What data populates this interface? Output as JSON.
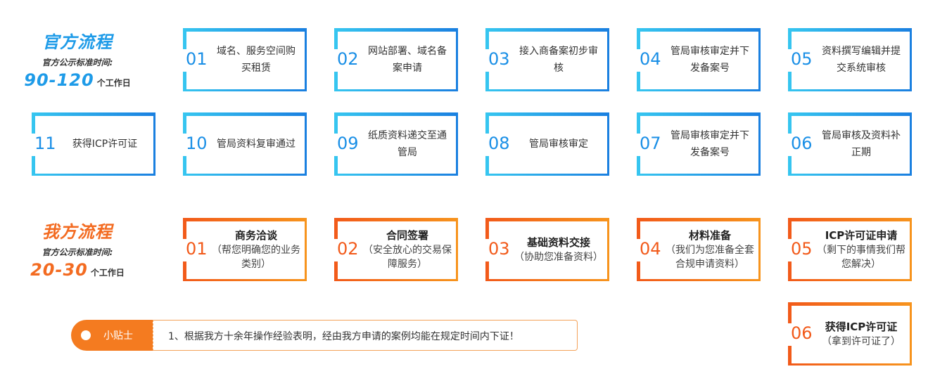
{
  "official": {
    "title": "官方流程",
    "subtitle": "官方公示标准时间:",
    "days": "90-120",
    "unit": "个工作日",
    "color": "#1e9be8",
    "steps": [
      {
        "num": "01",
        "text": "域名、服务空间购买租赁"
      },
      {
        "num": "02",
        "text": "网站部署、域名备案申请"
      },
      {
        "num": "03",
        "text": "接入商备案初步审核"
      },
      {
        "num": "04",
        "text": "管局审核审定并下发备案号"
      },
      {
        "num": "05",
        "text": "资料撰写编辑并提交系统审核"
      },
      {
        "num": "11",
        "text": "获得ICP许可证"
      },
      {
        "num": "10",
        "text": "管局资料复审通过"
      },
      {
        "num": "09",
        "text": "纸质资料递交至通管局"
      },
      {
        "num": "08",
        "text": "管局审核审定"
      },
      {
        "num": "07",
        "text": "管局审核审定并下发备案号"
      },
      {
        "num": "06",
        "text": "管局审核及资料补正期"
      }
    ]
  },
  "ours": {
    "title": "我方流程",
    "subtitle": "官方公示标准时间:",
    "days": "20-30",
    "unit": "个工作日",
    "color": "#f36b21",
    "steps": [
      {
        "num": "01",
        "title": "商务洽谈",
        "desc": "（帮您明确您的业务类别）"
      },
      {
        "num": "02",
        "title": "合同签署",
        "desc": "（安全放心的交易保障服务）"
      },
      {
        "num": "03",
        "title": "基础资料交接",
        "desc": "（协助您准备资料）"
      },
      {
        "num": "04",
        "title": "材料准备",
        "desc": "（我们为您准备全套合规申请资料）"
      },
      {
        "num": "05",
        "title": "ICP许可证申请",
        "desc": "（剩下的事情我们帮您解决）"
      },
      {
        "num": "06",
        "title": "获得ICP许可证",
        "desc": "（拿到许可证了）"
      }
    ]
  },
  "tip": {
    "label": "小贴士",
    "text": "1、根据我方十余年操作经验表明，经由我方申请的案例均能在规定时间内下证！"
  }
}
